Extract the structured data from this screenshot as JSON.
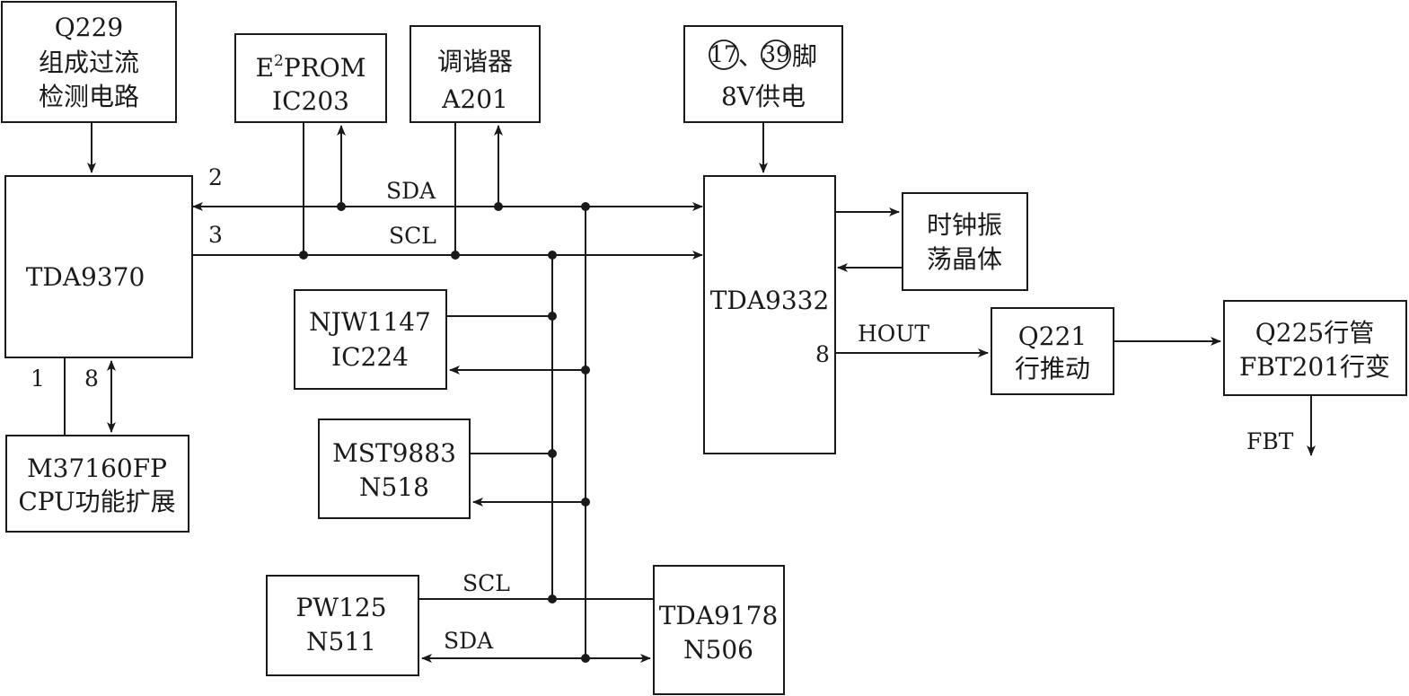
{
  "blocks": {
    "q229": {
      "line1": "Q229",
      "line2": "组成过流",
      "line3": "检测电路"
    },
    "eeprom": {
      "e": "E",
      "sup": "2",
      "prom": "PROM",
      "line2": "IC203"
    },
    "tuner": {
      "line1": "调谐器",
      "line2": "A201"
    },
    "power8v": {
      "pin17": "17",
      "sep": "、",
      "pin39": "39",
      "jiao": "脚",
      "line2": "8V供电"
    },
    "tda9370": {
      "label": "TDA9370"
    },
    "tda9332": {
      "label": "TDA9332"
    },
    "clock": {
      "line1": "时钟振",
      "line2": "荡晶体"
    },
    "njw1147": {
      "line1": "NJW1147",
      "line2": "IC224"
    },
    "mst9883": {
      "line1": "MST9883",
      "line2": "N518"
    },
    "m37160": {
      "line1": "M37160FP",
      "line2": "CPU功能扩展"
    },
    "pw125": {
      "line1": "PW125",
      "line2": "N511"
    },
    "tda9178": {
      "line1": "TDA9178",
      "line2": "N506"
    },
    "q221": {
      "line1": "Q221",
      "line2": "行推动"
    },
    "q225": {
      "line1": "Q225行管",
      "line2": "FBT201行变"
    }
  },
  "signals": {
    "sda_top": "SDA",
    "scl_top": "SCL",
    "hout": "HOUT",
    "scl_bottom": "SCL",
    "sda_bottom": "SDA",
    "fbt": "FBT"
  },
  "pins": {
    "tda9370_sda": "2",
    "tda9370_scl": "3",
    "tda9370_p1": "1",
    "tda9370_p8": "8",
    "tda9332_hout": "8"
  },
  "colors": {
    "line": "#1a1a1a",
    "background": "#ffffff"
  }
}
